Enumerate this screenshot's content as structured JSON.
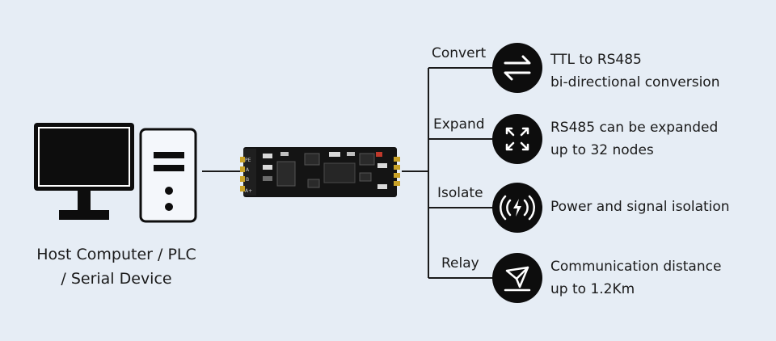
{
  "host": {
    "label_line1": "Host Computer / PLC",
    "label_line2": "/ Serial Device"
  },
  "module": {
    "pin_labels": [
      "PE",
      "A",
      "B",
      "A+"
    ]
  },
  "branches": [
    {
      "label": "Convert",
      "icon": "swap-arrows-icon",
      "desc_line1": "TTL to RS485",
      "desc_line2": "bi-directional conversion"
    },
    {
      "label": "Expand",
      "icon": "expand-arrows-icon",
      "desc_line1": "RS485 can be expanded",
      "desc_line2": "up to 32 nodes"
    },
    {
      "label": "Isolate",
      "icon": "lightning-isolation-icon",
      "desc_line1": "Power and signal isolation",
      "desc_line2": ""
    },
    {
      "label": "Relay",
      "icon": "send-plane-icon",
      "desc_line1": "Communication distance",
      "desc_line2": "up to 1.2Km"
    }
  ],
  "colors": {
    "background": "#e6edf5",
    "icon_circle": "#0d0d0d",
    "line": "#1a1a1a"
  }
}
